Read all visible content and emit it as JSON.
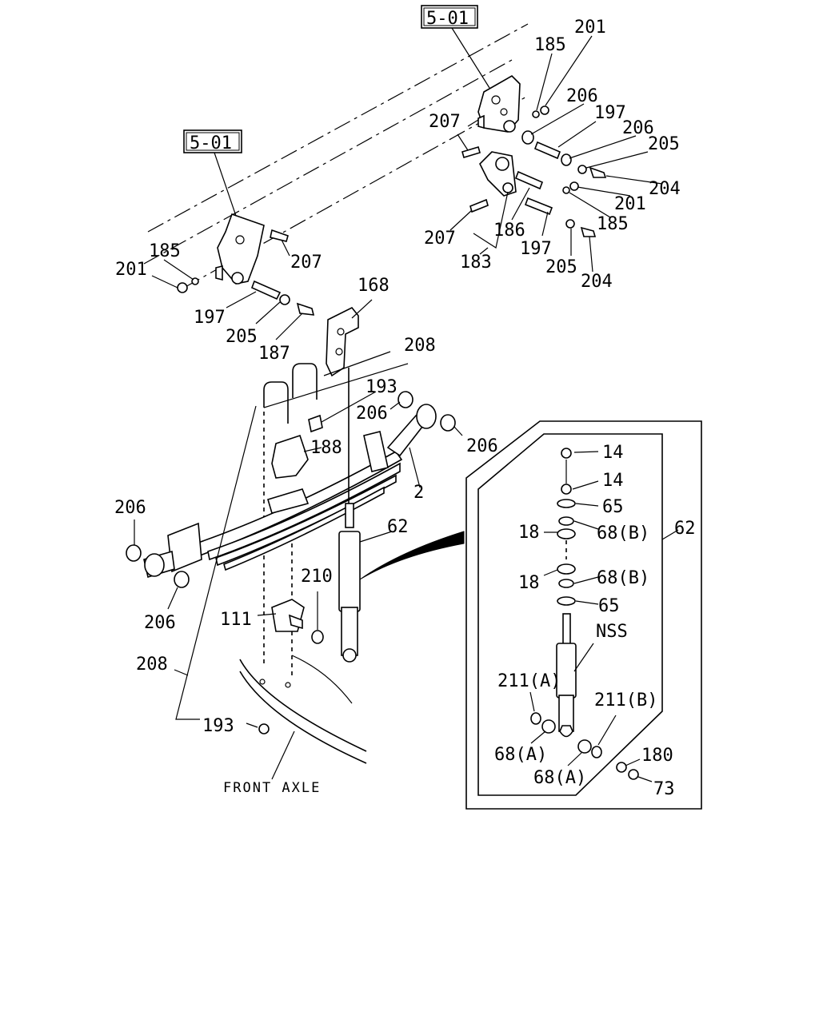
{
  "diagram": {
    "section_refs": [
      "5-01",
      "5-01"
    ],
    "labels_main": {
      "l201a": "201",
      "l185a": "185",
      "l206a": "206",
      "l197a": "197",
      "l207a": "207",
      "l206b": "206",
      "l205a": "205",
      "l201b": "201",
      "l204a": "204",
      "l185b": "185",
      "l186": "186",
      "l207b": "207",
      "l197b": "197",
      "l205b": "205",
      "l204b": "204",
      "l183": "183",
      "l185c": "185",
      "l201c": "201",
      "l207c": "207",
      "l197c": "197",
      "l205c": "205",
      "l187": "187",
      "l168": "168",
      "l208a": "208",
      "l193a": "193",
      "l206c": "206",
      "l188": "188",
      "l206d": "206",
      "l2": "2",
      "l206e": "206",
      "l62a": "62",
      "l206f": "206",
      "l210": "210",
      "l111": "111",
      "l208b": "208",
      "l193b": "193"
    },
    "front_axle": "FRONT AXLE",
    "labels_detail": {
      "d62": "62",
      "d14a": "14",
      "d14b": "14",
      "d65a": "65",
      "d18a": "18",
      "d68b1": "68(B)",
      "d18b": "18",
      "d68b2": "68(B)",
      "d65b": "65",
      "dnss": "NSS",
      "d211a": "211(A)",
      "d211b": "211(B)",
      "d68a1": "68(A)",
      "d180": "180",
      "d68a2": "68(A)",
      "d73": "73"
    }
  }
}
